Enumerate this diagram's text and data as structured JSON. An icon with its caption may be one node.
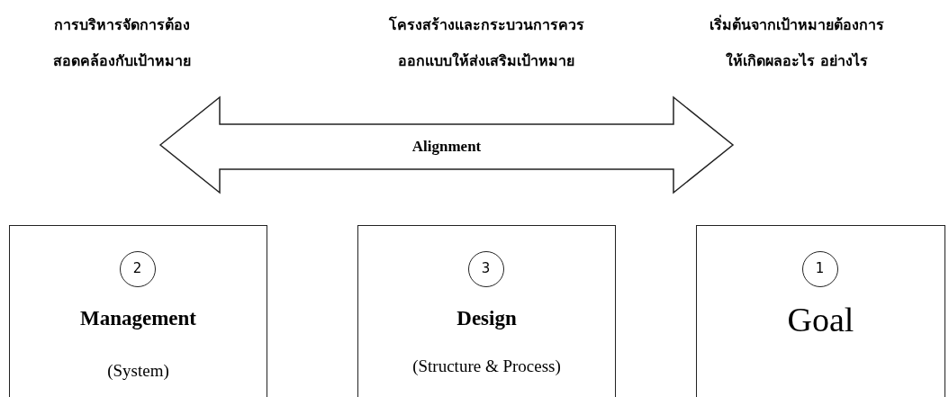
{
  "diagram": {
    "nodes": [
      {
        "text": [
          "2",
          "Management",
          "(System)"
        ]
      },
      {
        "text": [
          "3",
          "Design",
          "(Structure & Process)"
        ]
      },
      {
        "text": [
          "1",
          "Goal"
        ]
      },
      {
        "text": [
          "Alignment"
        ]
      }
    ],
    "labels": [
      "การบริหารจัดการต้องสอดคล้องกับเป้าหมาย",
      "โครงสร้างและกระบวนการควรออกแบบให้ส่งเสริมเป้าหมาย",
      "เริ่มต้นจากเป้าหมายต้องการให้เกิดผลอะไร อย่างไร"
    ]
  }
}
